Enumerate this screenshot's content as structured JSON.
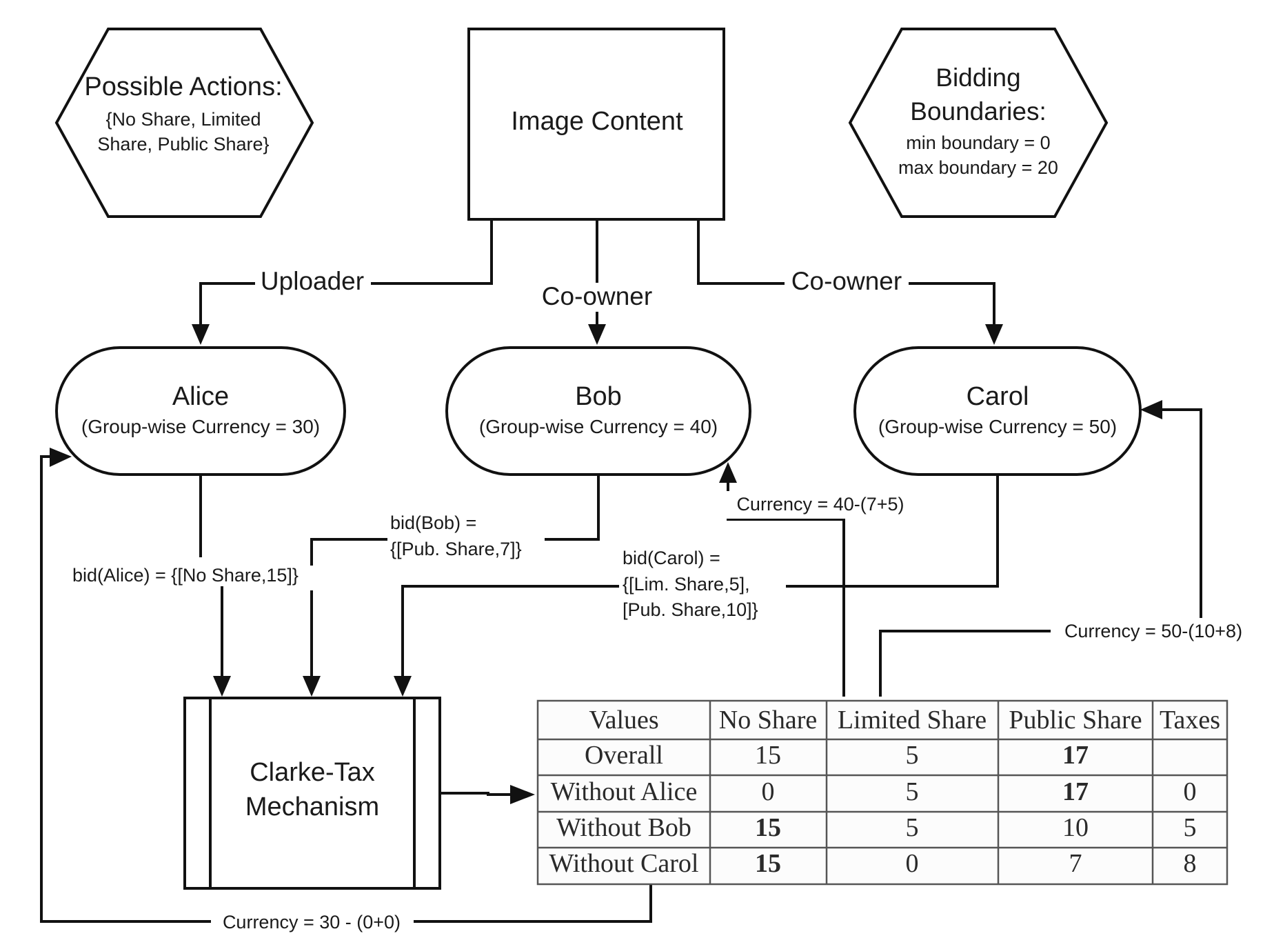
{
  "actions_box": {
    "title": "Possible Actions:",
    "line1": "{No Share, Limited",
    "line2": "Share, Public Share}"
  },
  "content_box": {
    "label": "Image Content"
  },
  "bounds_box": {
    "title1": "Bidding",
    "title2": "Boundaries:",
    "min": "min boundary = 0",
    "max": "max boundary = 20"
  },
  "roles": {
    "uploader": "Uploader",
    "coowner_bob": "Co-owner",
    "coowner_carol": "Co-owner"
  },
  "users": {
    "alice": {
      "name": "Alice",
      "currency": "(Group-wise Currency = 30)"
    },
    "bob": {
      "name": "Bob",
      "currency": "(Group-wise Currency = 40)"
    },
    "carol": {
      "name": "Carol",
      "currency": "(Group-wise Currency = 50)"
    }
  },
  "bids": {
    "alice": "bid(Alice) = {[No Share,15]}",
    "bob_line1": "bid(Bob) =",
    "bob_line2": "{[Pub. Share,7]}",
    "carol_line1": "bid(Carol) =",
    "carol_line2": "{[Lim. Share,5],",
    "carol_line3": "[Pub. Share,10]}"
  },
  "feedback": {
    "alice": "Currency = 30 - (0+0)",
    "bob": "Currency = 40-(7+5)",
    "carol": "Currency = 50-(10+8)"
  },
  "mechanism": {
    "line1": "Clarke-Tax",
    "line2": "Mechanism"
  },
  "table": {
    "headers": [
      "Values",
      "No Share",
      "Limited Share",
      "Public Share",
      "Taxes"
    ],
    "rows": [
      {
        "label": "Overall",
        "cells": [
          "15",
          "5",
          "17",
          ""
        ],
        "bold": [
          false,
          false,
          true,
          false
        ]
      },
      {
        "label": "Without Alice",
        "cells": [
          "0",
          "5",
          "17",
          "0"
        ],
        "bold": [
          false,
          false,
          true,
          false
        ]
      },
      {
        "label": "Without Bob",
        "cells": [
          "15",
          "5",
          "10",
          "5"
        ],
        "bold": [
          true,
          false,
          false,
          false
        ]
      },
      {
        "label": "Without Carol",
        "cells": [
          "15",
          "0",
          "7",
          "8"
        ],
        "bold": [
          true,
          false,
          false,
          false
        ]
      }
    ]
  }
}
